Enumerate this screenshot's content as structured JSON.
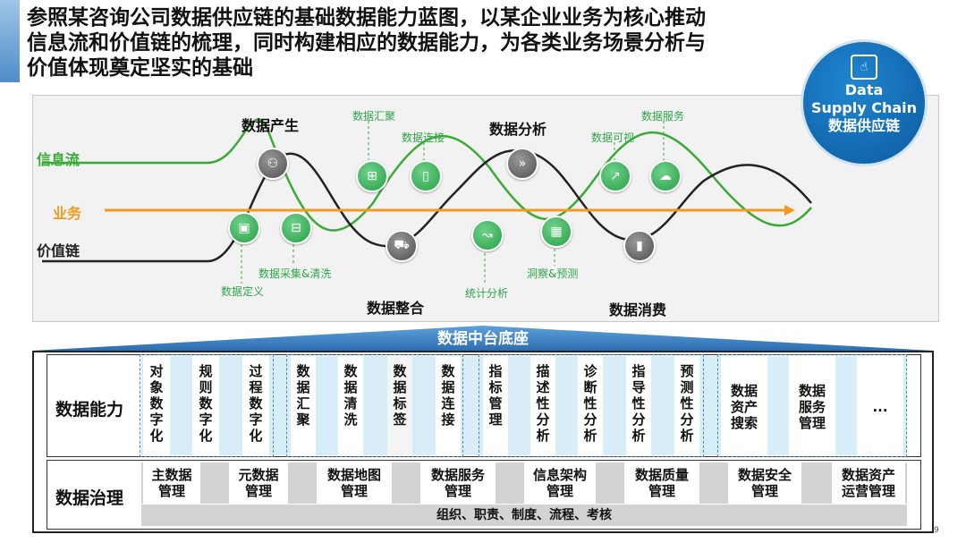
{
  "title": {
    "line1": "参照某咨询公司数据供应链的基础数据能力蓝图，以某企业业务为核心推动",
    "line2": "信息流和价值链的梳理，同时构建相应的数据能力，为各类业务场景分析与",
    "line3": "价值体现奠定坚实的基础"
  },
  "flow": {
    "left_labels": {
      "info": "信息流",
      "business": "业务",
      "value": "价值链"
    },
    "stages": {
      "produce": "数据产生",
      "integrate": "数据整合",
      "analyze": "数据分析",
      "consume": "数据消费"
    },
    "green_labels": {
      "gather": "数据汇聚",
      "connect": "数据连接",
      "visual": "数据可视",
      "service": "数据服务",
      "define": "数据定义",
      "collect_clean": "数据采集&清洗",
      "stats": "统计分析",
      "insight": "洞察&预测"
    },
    "icons": {
      "produce": "network-icon",
      "integrate": "truck-icon",
      "analyze": "forward-arrows-icon",
      "consume": "bar-chart-icon",
      "gather": "hierarchy-icon",
      "connect": "phone-icon",
      "visual": "robot-arm-icon",
      "service": "cloud-icon",
      "define": "folder-icon",
      "collect_clean": "conveyor-icon",
      "stats": "line-chart-icon",
      "insight": "chip-icon"
    },
    "end_circle": {
      "line1": "Data",
      "line2": "Supply Chain",
      "line3": "数据供应链"
    },
    "colors": {
      "info": "#3aaa35",
      "business": "#f39a1e",
      "value": "#222222",
      "dsc": "#0d5a9f"
    }
  },
  "base": {
    "label": "数据中台底座"
  },
  "capability": {
    "title": "数据能力",
    "items": [
      "对象数字化",
      "规则数字化",
      "过程数字化",
      "数据汇聚",
      "数据清洗",
      "数据标签",
      "数据连接",
      "指标管理",
      "描述性分析",
      "诊断性分析",
      "指导性分析",
      "预测性分析",
      "数据资产搜索",
      "数据服务管理",
      "..."
    ]
  },
  "governance": {
    "title": "数据治理",
    "items": [
      "主数据管理",
      "元数据管理",
      "数据地图管理",
      "数据服务管理",
      "信息架构管理",
      "数据质量管理",
      "数据安全管理",
      "数据资产运营管理"
    ],
    "bottom": "组织、职责、制度、流程、考核"
  },
  "page_number": "9"
}
